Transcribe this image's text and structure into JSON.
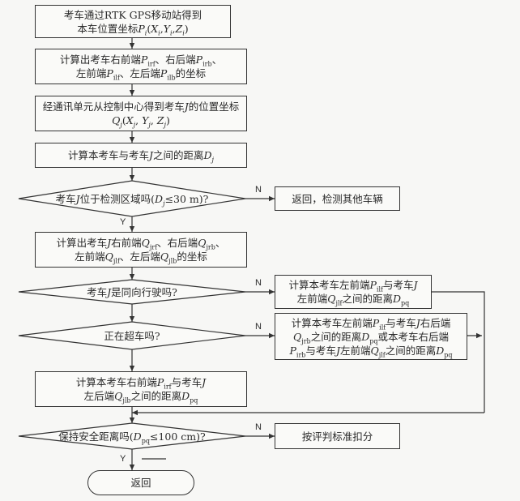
{
  "flowchart": {
    "nodes": {
      "n1": {
        "line1": "考车通过RTK GPS移动站得到",
        "line2": "本车位置坐标P_i(X_i,Y_i,Z_i)"
      },
      "n2": {
        "line1": "计算出考车右前端P_irf、右后端P_irb、",
        "line2": "左前端P_ilf、左后端P_ilb的坐标"
      },
      "n3": {
        "line1": "经通讯单元从控制中心得到考车J的位置坐标",
        "line2": "Q_j(X_j, Y_j, Z_j)"
      },
      "n4": {
        "line1": "计算本考车与考车J之间的距离D_j"
      },
      "d1": {
        "line1": "考车J位于检测区域吗(D_j≤30 m)?"
      },
      "r1": {
        "line1": "返回，检测其他车辆"
      },
      "n5": {
        "line1": "计算出考车J右前端Q_jrf、右后端Q_jrb、",
        "line2": "左前端Q_jlf、左后端Q_jlb的坐标"
      },
      "d2": {
        "line1": "考车J是同向行驶吗?"
      },
      "r2": {
        "line1": "计算本考车左前端P_ilf与考车J",
        "line2": "左前端Q_jlf之间的距离D_pq"
      },
      "d3": {
        "line1": "正在超车吗?"
      },
      "r3": {
        "line1": "计算本考车左前端P_ilf与考车J右后端",
        "line2": "Q_jrb之间的距离D_pq或本考车右后端",
        "line3": "P_irb与考车J左前端Q_jlf之间的距离D_pq"
      },
      "n6": {
        "line1": "计算本考车右前端P_irf与考车J",
        "line2": "左后端Q_jlb之间的距离D_pq"
      },
      "d4": {
        "line1": "保持安全距离吗(D_pq≤100 cm)?"
      },
      "r4": {
        "line1": "按评判标准扣分"
      },
      "end": {
        "line1": "返回"
      }
    },
    "branch_labels": {
      "yes": "Y",
      "no": "N"
    }
  }
}
